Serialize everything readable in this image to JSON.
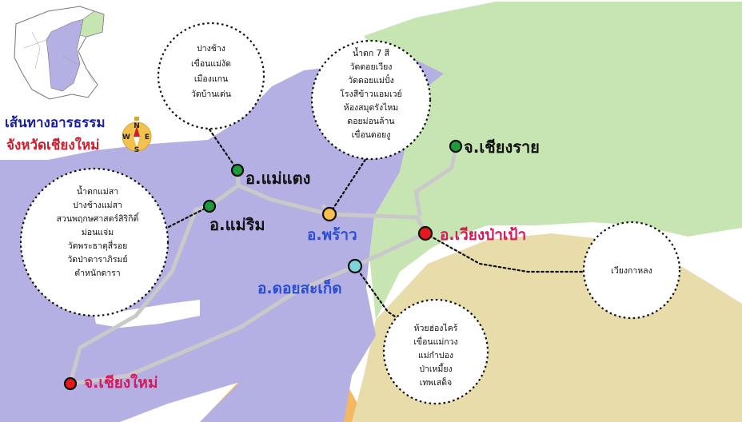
{
  "title": "เส้นทางอารธรรม",
  "subtitle": "จังหวัดเชียงใหม่",
  "compass": {
    "n": "N",
    "s": "S",
    "e": "E",
    "w": "W"
  },
  "colors": {
    "chiang_mai_region": "#b4b0e4",
    "chiang_rai_region": "#c7e5b3",
    "lower_right_region": "#e7dcaa",
    "bottom_region": "#f4b862",
    "route": "#c9c9c9",
    "red_marker": "#e3191c",
    "green_marker": "#1f9b3b",
    "orange_marker": "#f7c04a",
    "cyan_marker": "#7fd4dc",
    "blue_text": "#2c4fd0",
    "magenta_text": "#d6195a"
  },
  "places": {
    "mae_taeng": {
      "label": "อ.แม่แตง",
      "marker": "green"
    },
    "mae_rim": {
      "label": "อ.แม่ริม",
      "marker": "green"
    },
    "chiang_rai": {
      "label": "จ.เชียงราย",
      "marker": "green"
    },
    "phrao": {
      "label": "อ.พร้าว",
      "marker": "orange"
    },
    "wiang_pa_pao": {
      "label": "อ.เวียงป่าเป้า",
      "marker": "red"
    },
    "doi_saket": {
      "label": "อ.ดอยสะเก็ด",
      "marker": "cyan"
    },
    "chiang_mai": {
      "label": "จ.เชียงใหม่",
      "marker": "red"
    }
  },
  "attractions": {
    "mae_taeng": [
      "ปางช้าง",
      "เขื่อนแม่งัด",
      "เมืองแกน",
      "วัดบ้านเด่น"
    ],
    "phrao": [
      "น้ำตก 7 สี",
      "วัดดอยเวียง",
      "วัดดอยแม่ปั๋ง",
      "โรงสีข้าวแอมเวย์",
      "ห้องสมุดรังไหม",
      "ดอยม่อนล้าน",
      "เขื่อนดอยงู"
    ],
    "mae_rim": [
      "น้ำตกแม่สา",
      "ปางช้างแม่สา",
      "สวนพฤกษศาสตร์สิริกิติ์",
      "ม่อนแจ่ม",
      "วัดพระธาตุสี่รอย",
      "วัดป่าดาราภิรมย์",
      "ตำหนักดารา"
    ],
    "wiang_pa_pao": [
      "เวียงกาหลง"
    ],
    "doi_saket": [
      "ห้วยฮ่องไคร้",
      "เขื่อนแม่กวง",
      "แม่กำปอง",
      "ป่าเหมี้ยง",
      "เทพเสด็จ"
    ]
  }
}
